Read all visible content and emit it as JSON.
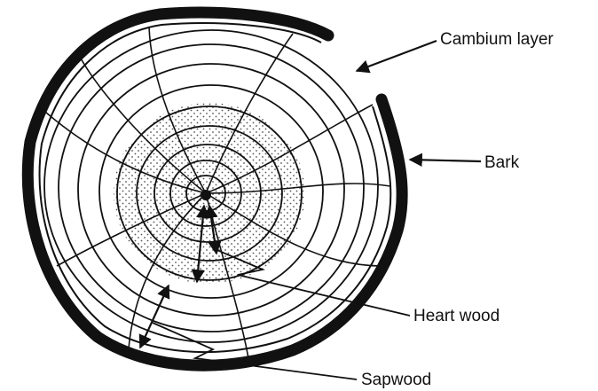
{
  "labels": {
    "cambium": "Cambium layer",
    "bark": "Bark",
    "heartwood": "Heart wood",
    "sapwood": "Sapwood"
  },
  "colors": {
    "ink": "#111111",
    "background": "#ffffff",
    "heartwood_dots": "#555555"
  }
}
